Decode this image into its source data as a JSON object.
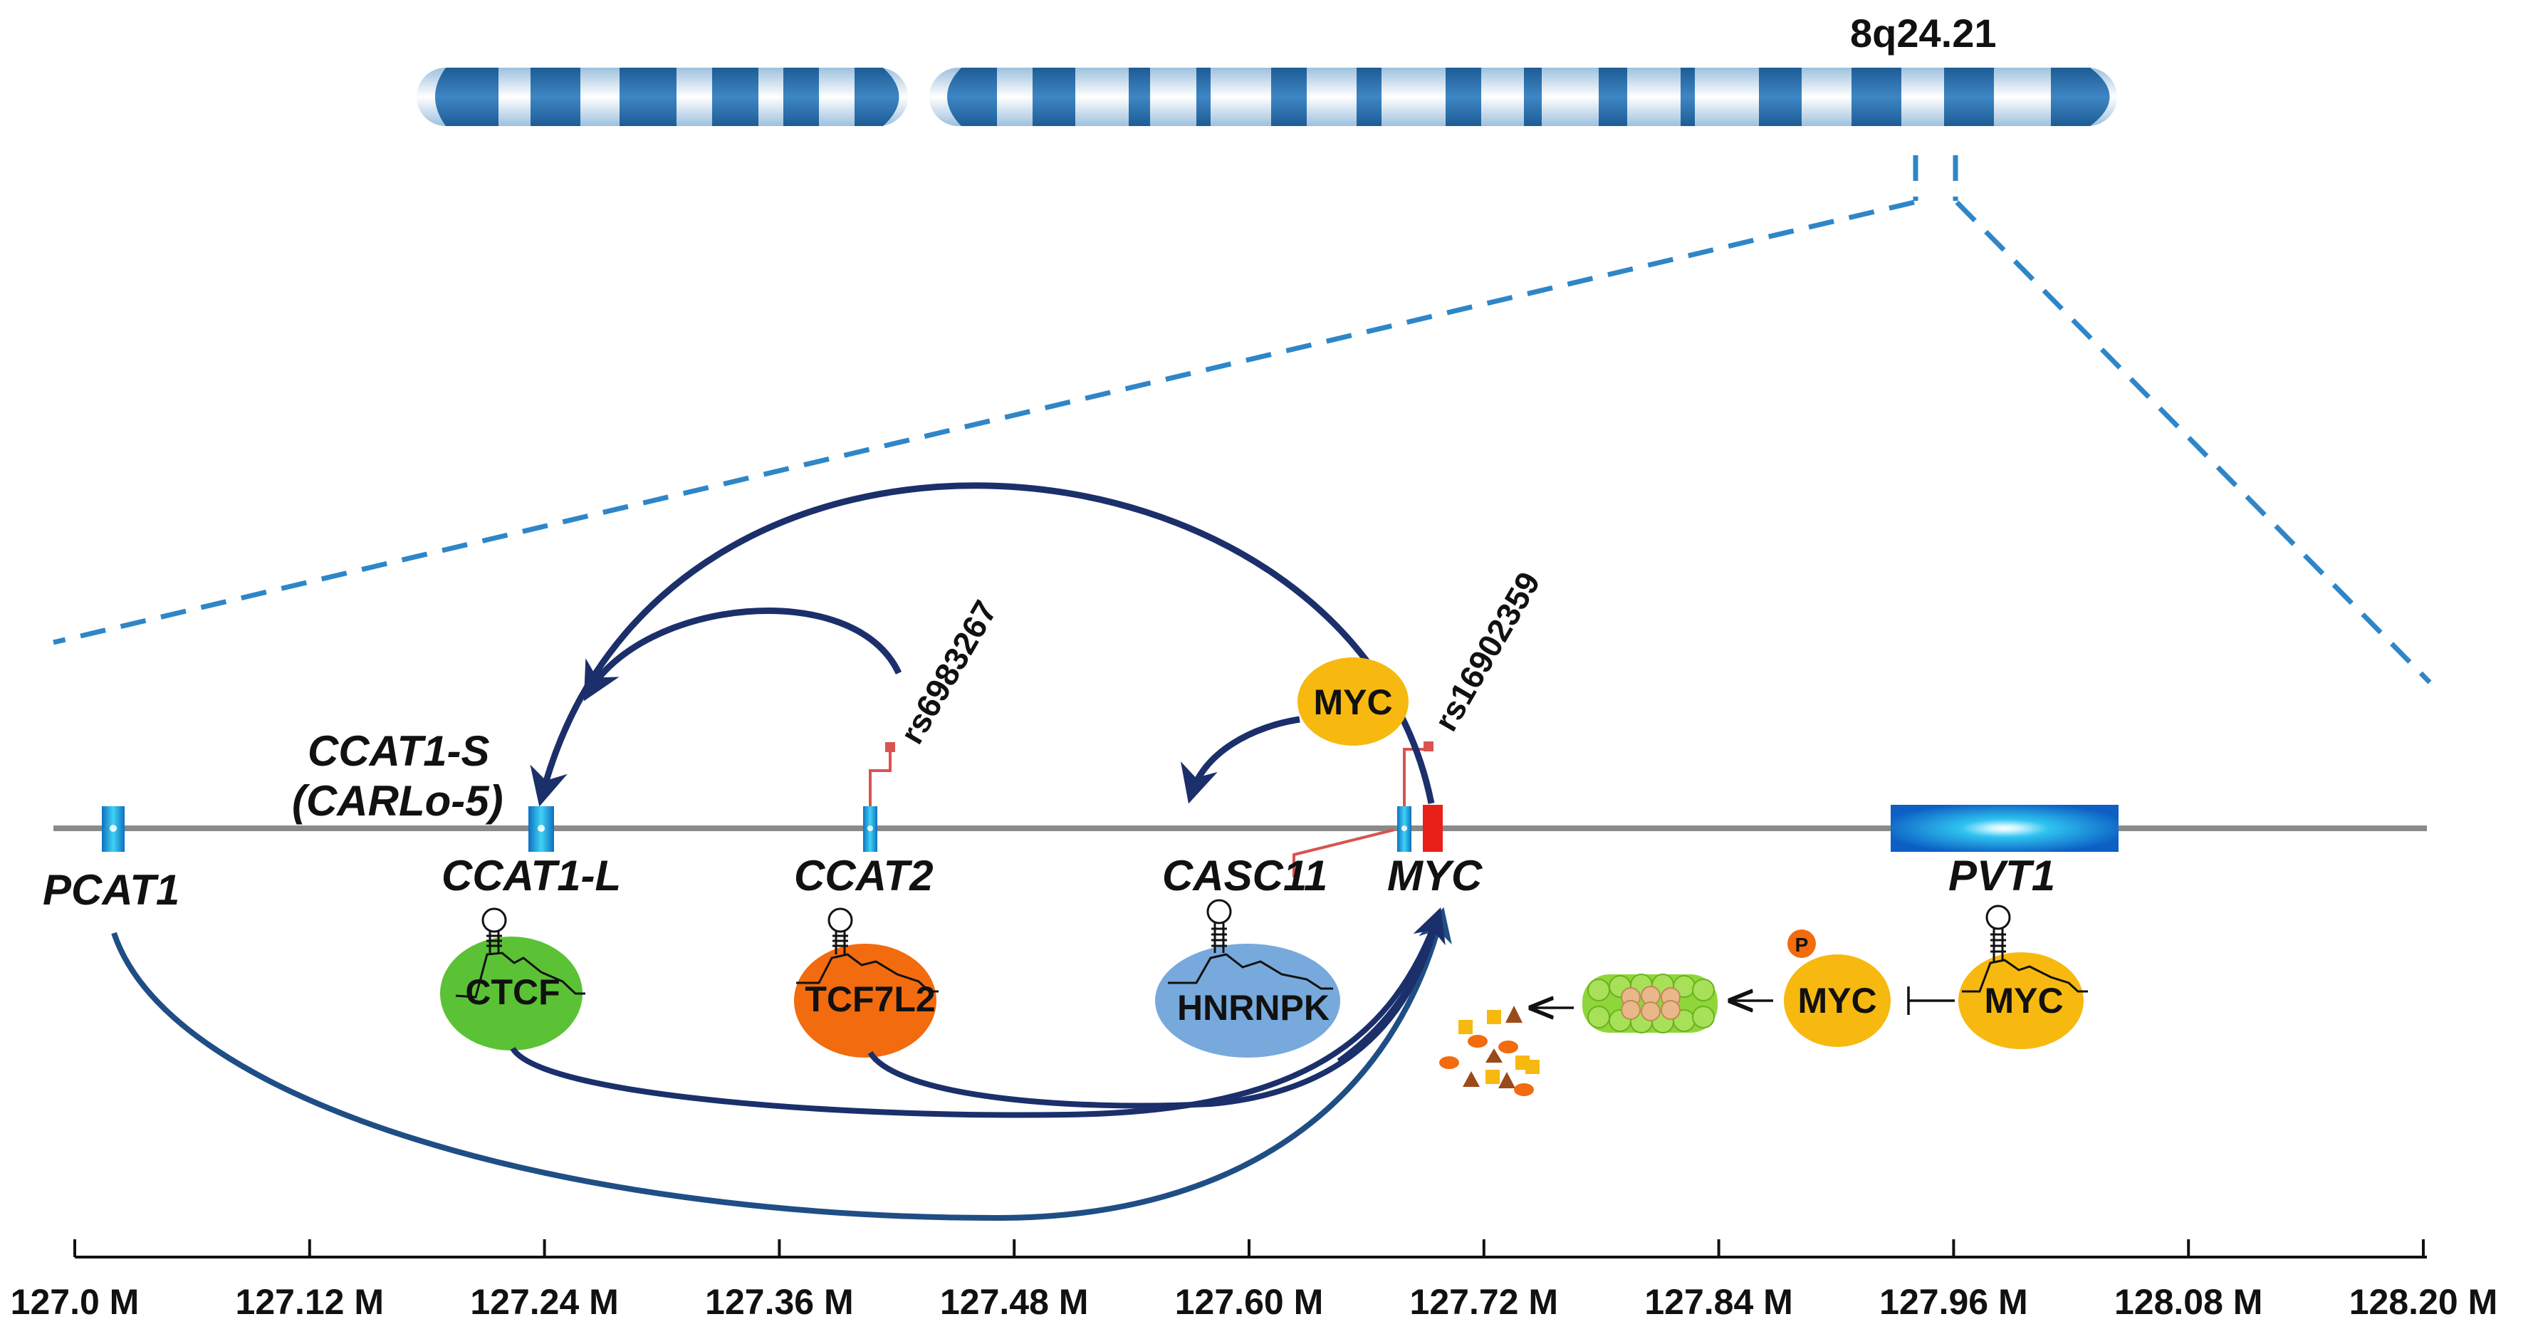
{
  "chromosome": {
    "band_label": "8q24.21",
    "color": "#2F6EA8"
  },
  "genes": {
    "pcat1": "PCAT1",
    "ccat1_s_line1": "CCAT1-S",
    "ccat1_s_line2": "(CARLo-5)",
    "ccat1_l": "CCAT1-L",
    "ccat2": "CCAT2",
    "casc11": "CASC11",
    "myc": "MYC",
    "pvt1": "PVT1"
  },
  "snps": {
    "ccat2_snp": "rs6983267",
    "myc_snp": "rs16902359"
  },
  "proteins": {
    "ctcf": "CTCF",
    "tcf7l2": "TCF7L2",
    "hnrnpk": "HNRNPK",
    "myc_top": "MYC",
    "myc_phospho": "MYC",
    "myc_pvt1": "MYC",
    "phospho_mark": "P"
  },
  "axis": {
    "ticks": [
      "127.0 M",
      "127.12 M",
      "127.24 M",
      "127.36 M",
      "127.48 M",
      "127.60 M",
      "127.72 M",
      "127.84 M",
      "127.96 M",
      "128.08 M",
      "128.20 M"
    ]
  },
  "colors": {
    "arrow": "#1B2F6B",
    "exon": "#1A8FD8",
    "myc_exon": "#E8201A",
    "ctcf": "#5BC236",
    "tcf7l2": "#F26B0F",
    "hnrnpk": "#78A9DC",
    "myc": "#F7B90F",
    "dash": "#2E86C8"
  }
}
